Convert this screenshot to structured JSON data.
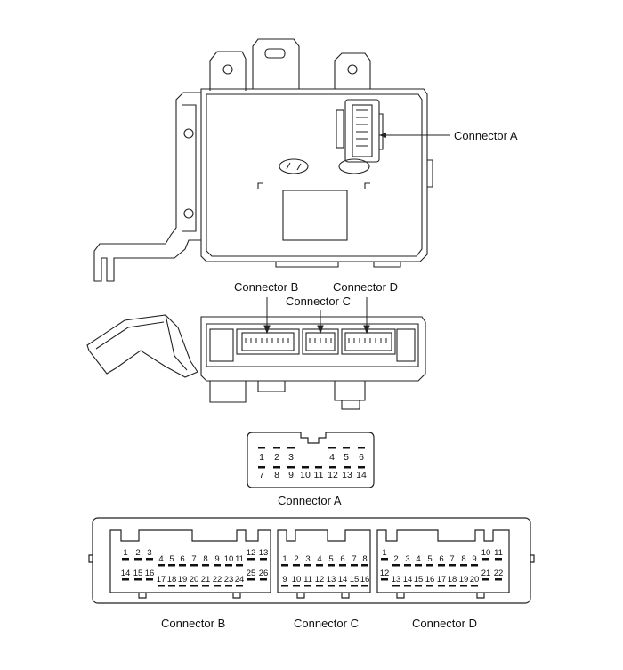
{
  "top_view": {
    "connector_a_label": "Connector A"
  },
  "side_view": {
    "connector_b_label": "Connector B",
    "connector_c_label": "Connector C",
    "connector_d_label": "Connector D"
  },
  "connector_a": {
    "caption": "Connector A",
    "row1": [
      "1",
      "2",
      "3",
      "4",
      "5",
      "6"
    ],
    "row2": [
      "7",
      "8",
      "9",
      "10",
      "11",
      "12",
      "13",
      "14"
    ]
  },
  "connector_bcd": {
    "b": {
      "caption": "Connector B",
      "row1": [
        "1",
        "2",
        "3",
        "4",
        "5",
        "6",
        "7",
        "8",
        "9",
        "10",
        "11",
        "12",
        "13"
      ],
      "row2": [
        "14",
        "15",
        "16",
        "17",
        "18",
        "19",
        "20",
        "21",
        "22",
        "23",
        "24",
        "25",
        "26"
      ]
    },
    "c": {
      "caption": "Connector C",
      "row1": [
        "1",
        "2",
        "3",
        "4",
        "5",
        "6",
        "7",
        "8"
      ],
      "row2": [
        "9",
        "10",
        "11",
        "12",
        "13",
        "14",
        "15",
        "16"
      ]
    },
    "d": {
      "caption": "Connector D",
      "row1": [
        "1",
        "2",
        "3",
        "4",
        "5",
        "6",
        "7",
        "8",
        "9",
        "10",
        "11"
      ],
      "row2": [
        "12",
        "13",
        "14",
        "15",
        "16",
        "17",
        "18",
        "19",
        "20",
        "21",
        "22"
      ]
    }
  }
}
